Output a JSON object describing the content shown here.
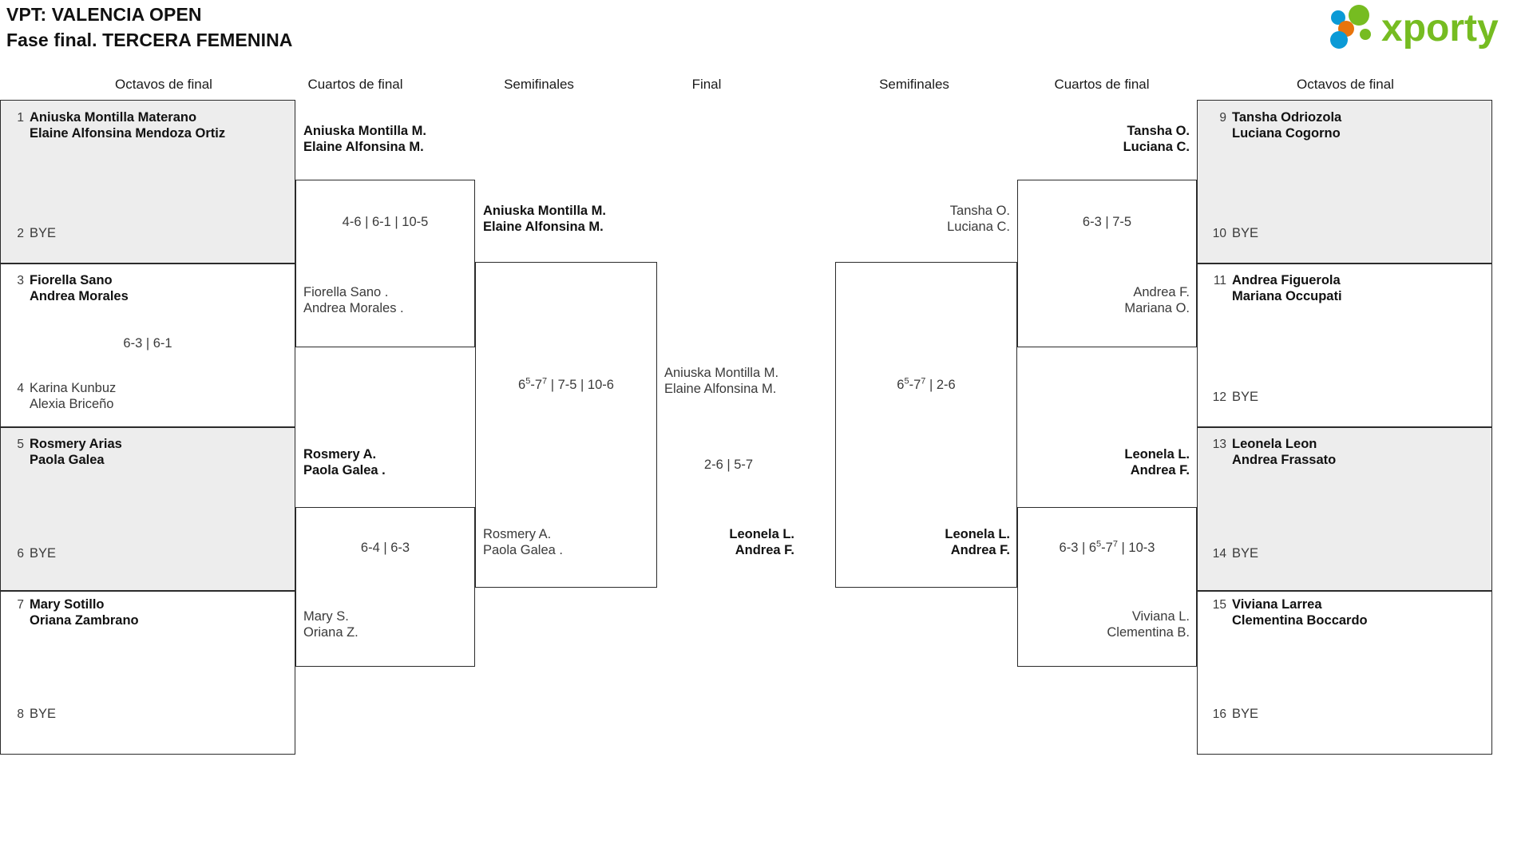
{
  "header": {
    "title_line1": "VPT: VALENCIA OPEN",
    "title_line2": "Fase final. TERCERA FEMENINA",
    "logo_text": "xporty",
    "logo_colors": {
      "green": "#76bc21",
      "blue": "#0b9ad6",
      "orange": "#e8740c"
    }
  },
  "round_labels": {
    "left_r16": "Octavos de final",
    "left_qf": "Cuartos de final",
    "left_sf": "Semifinales",
    "final": "Final",
    "right_sf": "Semifinales",
    "right_qf": "Cuartos de final",
    "right_r16": "Octavos de final"
  },
  "bracket_data": {
    "type": "single-elimination-bracket",
    "draw_size": 16,
    "left_half": {
      "round_of_16": [
        {
          "seed": "1",
          "player1": "Aniuska Montilla Materano",
          "player2": "Elaine Alfonsina Mendoza Ortiz",
          "status": "winner"
        },
        {
          "seed": "2",
          "player1": "BYE",
          "status": "bye"
        },
        {
          "seed": "3",
          "player1": "Fiorella Sano",
          "player2": "Andrea Morales",
          "status": "winner"
        },
        {
          "seed": "4",
          "player1": "Karina Kunbuz",
          "player2": "Alexia Briceño",
          "status": "loser"
        },
        {
          "seed": "5",
          "player1": "Rosmery Arias",
          "player2": "Paola Galea",
          "status": "winner"
        },
        {
          "seed": "6",
          "player1": "BYE",
          "status": "bye"
        },
        {
          "seed": "7",
          "player1": "Mary Sotillo",
          "player2": "Oriana Zambrano",
          "status": "winner"
        },
        {
          "seed": "8",
          "player1": "BYE",
          "status": "bye"
        }
      ],
      "r16_scores": [
        {
          "value": "",
          "parts": []
        },
        {
          "value": "6-3 | 6-1",
          "parts": [
            {
              "t": "6-3 | 6-1"
            }
          ]
        },
        {
          "value": "",
          "parts": []
        },
        {
          "value": "",
          "parts": []
        }
      ],
      "quarter_finals": [
        {
          "top": {
            "player1": "Aniuska Montilla M.",
            "player2": "Elaine Alfonsina M.",
            "status": "winner"
          },
          "bottom": {
            "player1": "Fiorella Sano .",
            "player2": "Andrea Morales .",
            "status": "loser"
          },
          "score_parts": [
            {
              "t": "4-6 | 6-1 | 10-5"
            }
          ]
        },
        {
          "top": {
            "player1": "Rosmery A.",
            "player2": "Paola Galea .",
            "status": "winner"
          },
          "bottom": {
            "player1": "Mary S.",
            "player2": "Oriana Z.",
            "status": "loser"
          },
          "score_parts": [
            {
              "t": "6-4 | 6-3"
            }
          ]
        }
      ],
      "semi_final": {
        "top": {
          "player1": "Aniuska Montilla M.",
          "player2": "Elaine Alfonsina M.",
          "status": "winner"
        },
        "bottom": {
          "player1": "Rosmery A.",
          "player2": "Paola Galea .",
          "status": "loser"
        },
        "score_parts": [
          {
            "t": "6"
          },
          {
            "t": "5",
            "sup": true
          },
          {
            "t": "-7"
          },
          {
            "t": "7",
            "sup": true
          },
          {
            "t": " | 7-5 | 10-6"
          }
        ]
      }
    },
    "final": {
      "top": {
        "player1": "Aniuska Montilla M.",
        "player2": "Elaine Alfonsina M.",
        "status": "loser"
      },
      "bottom": {
        "player1": "Leonela L.",
        "player2": "Andrea F.",
        "status": "winner"
      },
      "score_parts": [
        {
          "t": "2-6 | 5-7"
        }
      ]
    },
    "right_half": {
      "round_of_16": [
        {
          "seed": "9",
          "player1": "Tansha Odriozola",
          "player2": "Luciana Cogorno",
          "status": "winner"
        },
        {
          "seed": "10",
          "player1": "BYE",
          "status": "bye"
        },
        {
          "seed": "11",
          "player1": "Andrea Figuerola",
          "player2": "Mariana Occupati",
          "status": "winner"
        },
        {
          "seed": "12",
          "player1": "BYE",
          "status": "bye"
        },
        {
          "seed": "13",
          "player1": "Leonela Leon",
          "player2": "Andrea Frassato",
          "status": "winner"
        },
        {
          "seed": "14",
          "player1": "BYE",
          "status": "bye"
        },
        {
          "seed": "15",
          "player1": "Viviana Larrea",
          "player2": "Clementina Boccardo",
          "status": "winner"
        },
        {
          "seed": "16",
          "player1": "BYE",
          "status": "bye"
        }
      ],
      "quarter_finals": [
        {
          "top": {
            "player1": "Tansha O.",
            "player2": "Luciana C.",
            "status": "winner"
          },
          "bottom": {
            "player1": "Andrea F.",
            "player2": "Mariana O.",
            "status": "loser"
          },
          "score_parts": [
            {
              "t": "6-3 | 7-5"
            }
          ]
        },
        {
          "top": {
            "player1": "Leonela L.",
            "player2": "Andrea F.",
            "status": "winner"
          },
          "bottom": {
            "player1": "Viviana L.",
            "player2": "Clementina B.",
            "status": "loser"
          },
          "score_parts": [
            {
              "t": "6-3 | 6"
            },
            {
              "t": "5",
              "sup": true
            },
            {
              "t": "-7"
            },
            {
              "t": "7",
              "sup": true
            },
            {
              "t": " | 10-3"
            }
          ]
        }
      ],
      "semi_final": {
        "top": {
          "player1": "Tansha O.",
          "player2": "Luciana C.",
          "status": "loser"
        },
        "bottom": {
          "player1": "Leonela L.",
          "player2": "Andrea F.",
          "status": "winner"
        },
        "score_parts": [
          {
            "t": "6"
          },
          {
            "t": "5",
            "sup": true
          },
          {
            "t": "-7"
          },
          {
            "t": "7",
            "sup": true
          },
          {
            "t": " | 2-6"
          }
        ]
      }
    }
  }
}
